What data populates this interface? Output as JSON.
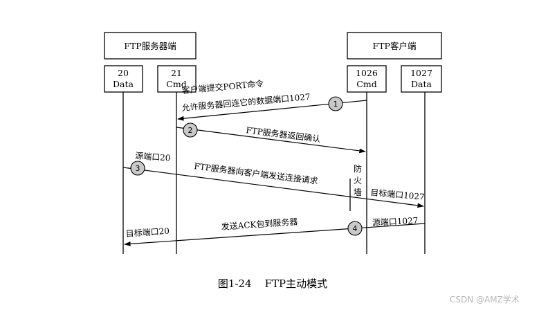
{
  "server": {
    "title": "FTP服务器端",
    "port_20": {
      "number": "20",
      "role": "Data"
    },
    "port_21": {
      "number": "21",
      "role": "Cmd"
    }
  },
  "client": {
    "title": "FTP客户端",
    "port_1026": {
      "number": "1026",
      "role": "Cmd"
    },
    "port_1027": {
      "number": "1027",
      "role": "Data"
    }
  },
  "steps": [
    {
      "number": "1",
      "label_line1": "客户端提交PORT命令",
      "label_line2": "允许服务器回连它的数据端口1027"
    },
    {
      "number": "2",
      "label": "FTP服务器返回确认"
    },
    {
      "number": "3",
      "label": "FTP服务器向客户端发送连接请求",
      "source_label": "源端口20",
      "target_label": "目标端口1027"
    },
    {
      "number": "4",
      "label": "发送ACK包到服务器",
      "source_label": "源端口1027",
      "target_label": "目标端口20"
    }
  ],
  "firewall": {
    "line1": "防",
    "line2": "火",
    "line3": "墙"
  },
  "caption": "图1-24    FTP主动模式",
  "watermark": "CSDN @AMZ学术"
}
